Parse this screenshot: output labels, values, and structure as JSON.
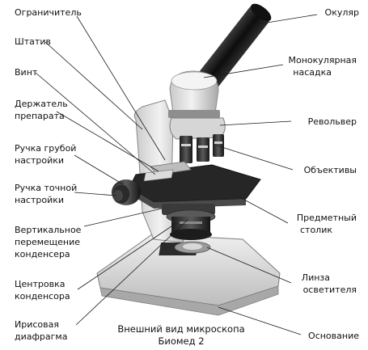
{
  "labels_left": {
    "limiter": "Ограничитель",
    "stand": "Штатив",
    "screw": "Винт",
    "holder": [
      "Держатель",
      "препарата"
    ],
    "coarse": [
      "Ручка грубой",
      "настройки"
    ],
    "fine": [
      "Ручка точной",
      "настройки"
    ],
    "vertical": [
      "Вертикальное",
      "перемещение",
      "конденсера"
    ],
    "centering": [
      "Центровка",
      "конденсора"
    ],
    "iris": [
      "Ирисовая",
      "диафрагма"
    ]
  },
  "labels_right": {
    "eyepiece": "Окуляр",
    "mono_head": [
      "Монокулярная",
      "насадка"
    ],
    "revolver": "Револьвер",
    "objectives": "Объективы",
    "stage": [
      "Предметный",
      "столик"
    ],
    "lens": [
      "Линза",
      "осветителя"
    ],
    "base": "Основание"
  },
  "caption": [
    "Внешний вид микроскопа",
    "Биомед 2"
  ],
  "colors": {
    "ink": "#111111",
    "body_light": "#e8e8e8",
    "body_mid": "#b4b4b4",
    "dark": "#2a2a2a"
  }
}
